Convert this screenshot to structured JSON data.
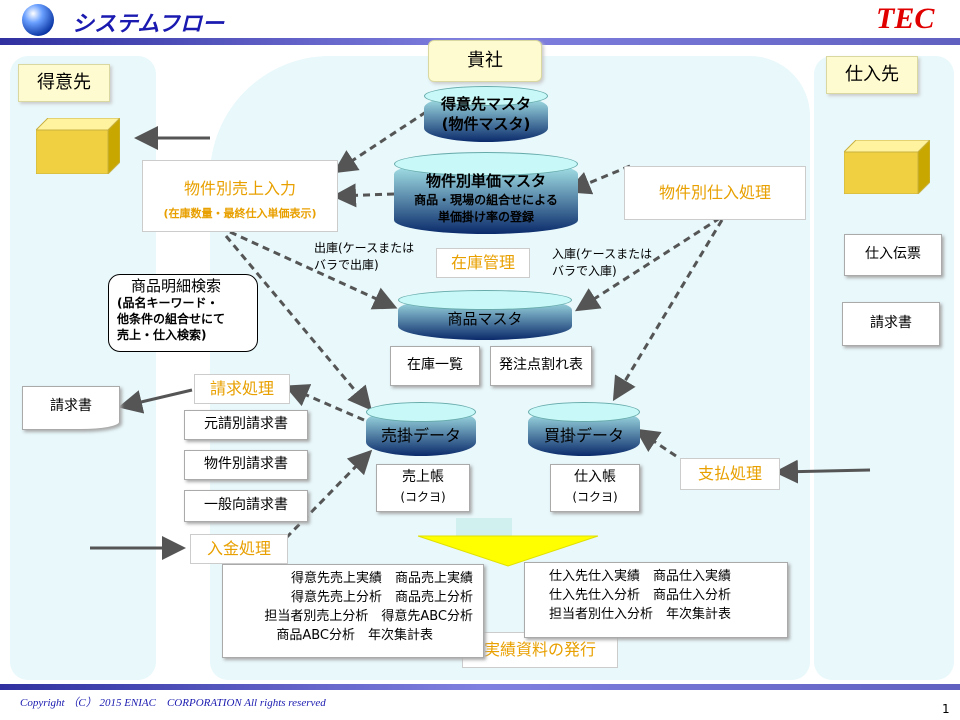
{
  "header": {
    "title": "システムフロー",
    "logo": "TEC"
  },
  "regions": {
    "left": "得意先",
    "center": "貴社",
    "right": "仕入先"
  },
  "masters": {
    "customer_master_l1": "得意先マスタ",
    "customer_master_l2": "(物件マスタ)",
    "price_master_l1": "物件別単価マスタ",
    "price_master_l2": "商品・現場の組合せによる",
    "price_master_l3": "単価掛け率の登録",
    "product_master": "商品マスタ",
    "sales_data": "売掛データ",
    "purchase_data": "買掛データ"
  },
  "processes": {
    "sales_input_l1": "物件別売上入力",
    "sales_input_l2": "(在庫数量・最終仕入単価表示)",
    "purchase_process": "物件別仕入処理",
    "inventory": "在庫管理",
    "billing": "請求処理",
    "deposit": "入金処理",
    "payment": "支払処理",
    "results": "実績資料の発行"
  },
  "notes": {
    "shipping_l1": "出庫(ケースまたは",
    "shipping_l2": "バラで出庫)",
    "receiving_l1": "入庫(ケースまたは",
    "receiving_l2": "バラで入庫)",
    "search_l1": "商品明細検索",
    "search_l2": "(品名キーワード・",
    "search_l3": "他条件の組合せにて",
    "search_l4": "売上・仕入検索)"
  },
  "documents": {
    "customer_invoice": "請求書",
    "purchase_slip": "仕入伝票",
    "supplier_invoice": "請求書",
    "inventory_list": "在庫一覧",
    "order_point": "発注点割れ表",
    "orig_invoice": "元請別請求書",
    "property_invoice": "物件別請求書",
    "general_invoice": "一般向請求書",
    "sales_ledger_l1": "売上帳",
    "sales_ledger_l2": "(コクヨ)",
    "purchase_ledger_l1": "仕入帳",
    "purchase_ledger_l2": "(コクヨ)"
  },
  "reports_left": [
    "得意先売上実績　商品売上実績",
    "得意先売上分析　商品売上分析",
    "担当者別売上分析　得意先ABC分析",
    "商品ABC分析　年次集計表"
  ],
  "reports_right": [
    "仕入先仕入実績　商品仕入実績",
    "仕入先仕入分析　商品仕入分析",
    "担当者別仕入分析　年次集計表"
  ],
  "footer": {
    "copyright": "Copyright （C） 2015 ENIAC　CORPORATION All rights reserved",
    "page": "1"
  },
  "colors": {
    "accent": "#e8a000",
    "header_bar": "#4a3ab0",
    "logo": "#e00000",
    "panel": "#e8f8fb"
  }
}
